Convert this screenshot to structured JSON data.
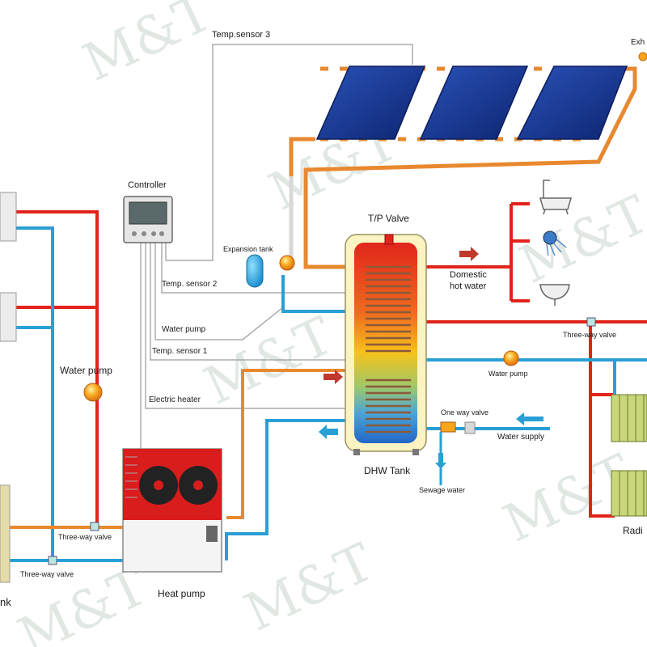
{
  "colors": {
    "hot_pipe": "#e2231a",
    "cold_pipe": "#2a9fd6",
    "solar_pipe": "#e8882f",
    "solar_panel": "#12348f",
    "watermark": "#b4c8b8"
  },
  "watermark_text": "M&T",
  "labels": {
    "temp_sensor_3": "Temp.sensor 3",
    "exhaust": "Exh",
    "controller": "Controller",
    "tp_valve": "T/P Valve",
    "expansion_tank": "Expansion tank",
    "domestic_hot_water_line1": "Domestic",
    "domestic_hot_water_line2": "hot water",
    "temp_sensor_2": "Temp. sensor  2",
    "water_pump_controller": "Water pump",
    "temp_sensor_1": "Temp. sensor  1",
    "three_way_valve_right": "Three-way valve",
    "water_pump_left": "Water  pump",
    "water_pump_right": "Water  pump",
    "electric_heater": "Electric heater",
    "one_way_valve": "One way valve",
    "water_supply": "Water supply",
    "dhw_tank": "DHW Tank",
    "sewage_water": "Sewage water",
    "three_way_valve_mid": "Three-way valve",
    "three_way_valve_bottom": "Three-way valve",
    "radiator": "Radi",
    "tank_left": "nk",
    "heat_pump": "Heat pump"
  },
  "icons": [
    "controller-icon",
    "solar-panel-icon",
    "bathtub-icon",
    "shower-icon",
    "sink-icon",
    "water-pump-icon",
    "heat-pump-icon",
    "dhw-tank-icon",
    "radiator-icon",
    "fan-coil-icon",
    "expansion-tank-icon",
    "three-way-valve-icon",
    "flow-arrow-icon"
  ]
}
